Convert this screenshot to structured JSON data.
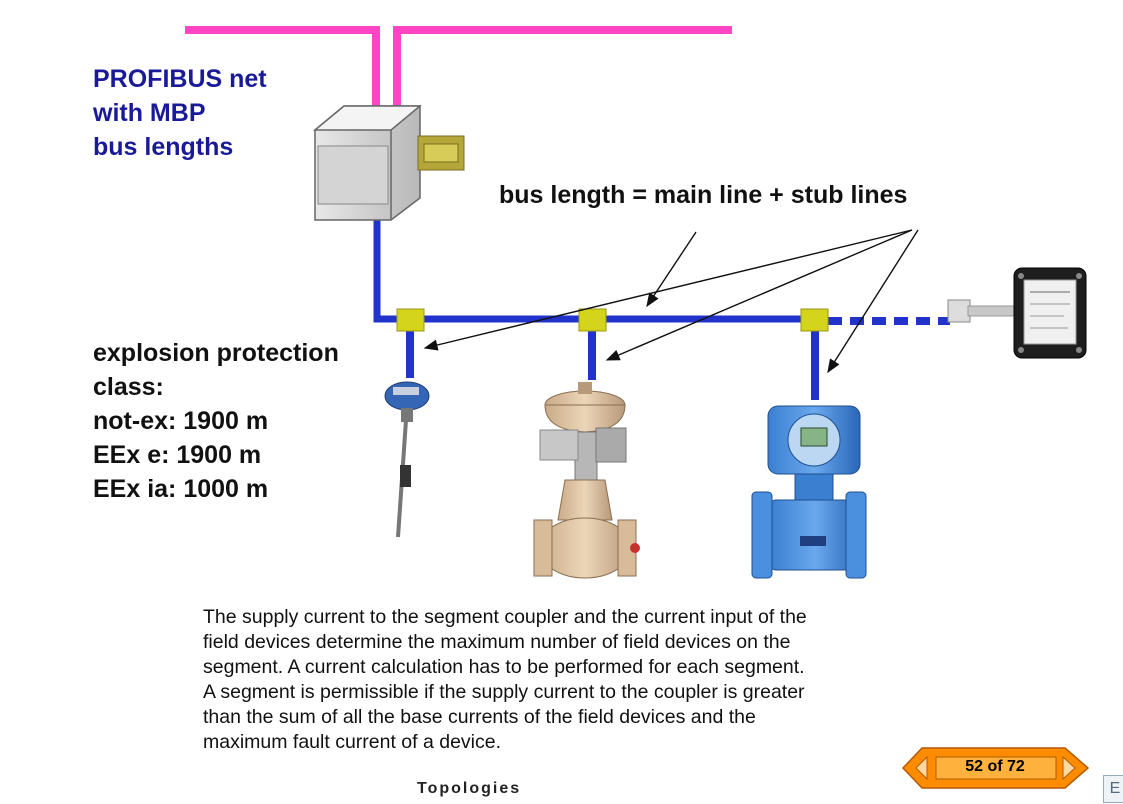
{
  "title_lines": [
    "PROFIBUS net",
    "with MBP",
    "bus lengths"
  ],
  "formula": "bus length = main line + stub lines",
  "explosion_lines": [
    "explosion protection",
    "class:",
    "not-ex: 1900 m",
    "EEx e: 1900 m",
    "EEx ia: 1000 m"
  ],
  "description_lines": [
    "The supply current to the segment coupler and the current input of the",
    "field devices determine the maximum number of field devices on the",
    "segment. A current calculation has to be performed for each segment.",
    "A segment is permissible if the supply current to the coupler is greater",
    "than the sum of all the base currents of the field devices and the",
    "maximum fault current of a device."
  ],
  "footer": "Topologies",
  "navigation": {
    "page_counter": "52 of 72",
    "corner_label": "E"
  },
  "colors": {
    "profibus_dp_line": "#ff44c4",
    "mbp_bus_line": "#2233cc",
    "title_text": "#1a1a99",
    "junction_box": "#d4d41c",
    "nav_arrow": "#ff8c00"
  },
  "icons": {
    "coupler": "segment-coupler-icon",
    "temperature": "temperature-sensor-icon",
    "valve": "control-valve-icon",
    "flowmeter": "flowmeter-icon",
    "terminator": "bus-terminator-icon"
  }
}
